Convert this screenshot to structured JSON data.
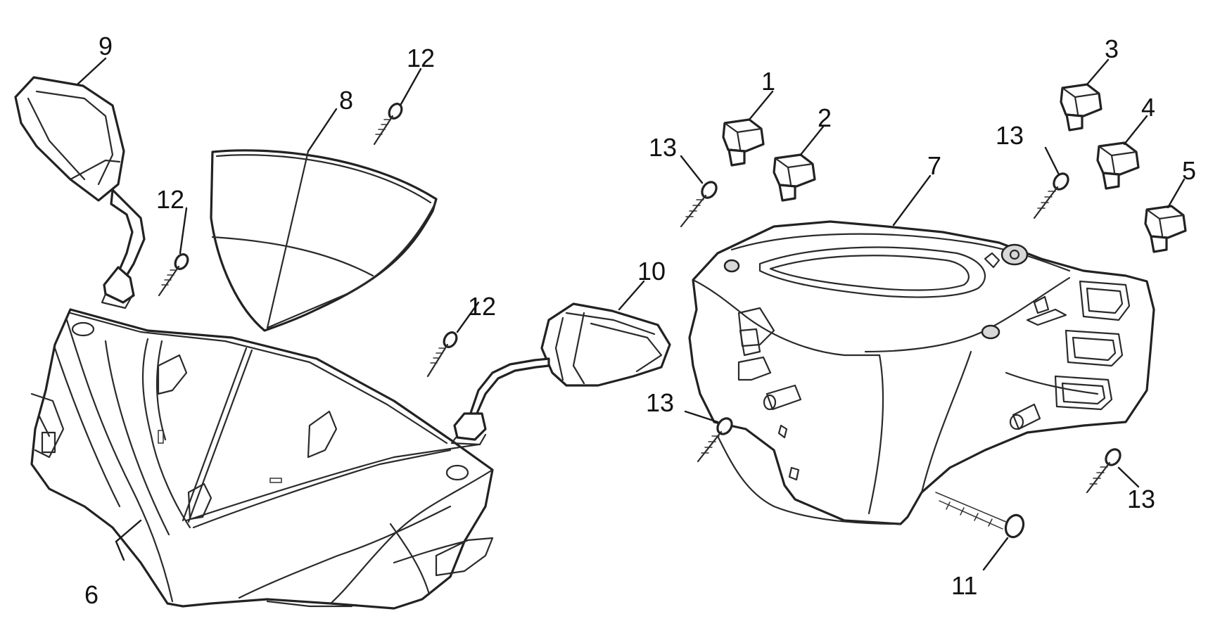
{
  "diagram": {
    "callouts": {
      "c1": "1",
      "c2": "2",
      "c3": "3",
      "c4": "4",
      "c5": "5",
      "c6": "6",
      "c7": "7",
      "c8": "8",
      "c9": "9",
      "c10": "10",
      "c11": "11",
      "c12a": "12",
      "c12b": "12",
      "c12c": "12",
      "c13a": "13",
      "c13b": "13",
      "c13c": "13",
      "c13d": "13"
    }
  }
}
